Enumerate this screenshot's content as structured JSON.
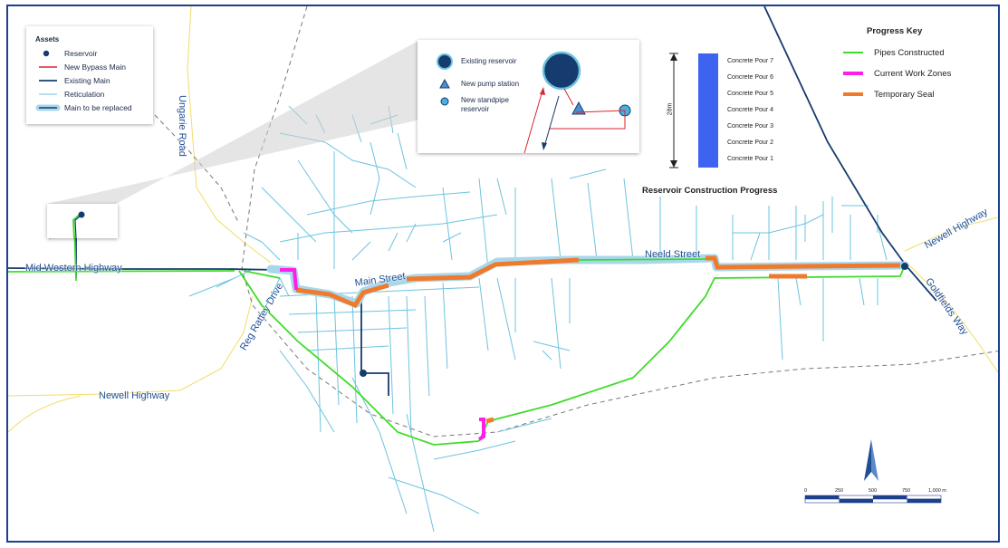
{
  "assets_legend": {
    "title": "Assets",
    "items": [
      {
        "label": "Reservoir",
        "symbol": "reservoir-dot"
      },
      {
        "label": "New Bypass Main",
        "color": "#d7262e"
      },
      {
        "label": "Existing Main",
        "color": "#163b6e"
      },
      {
        "label": "Reticulation",
        "color": "#6cc3df"
      },
      {
        "label": "Main to be replaced",
        "color": "#163b6e",
        "halo": "#a8d7ec"
      }
    ]
  },
  "reservoir_inset": {
    "labels": [
      "Existing reservoir",
      "New pump station",
      "New standpipe reservoir"
    ]
  },
  "construction": {
    "title": "Reservoir Construction Progress",
    "height_label": "28m",
    "pours": [
      "Concrete Pour 7",
      "Concrete Pour 6",
      "Concrete Pour 5",
      "Concrete Pour 4",
      "Concrete Pour 3",
      "Concrete Pour 2",
      "Concrete Pour 1"
    ],
    "bar_color": "#3d63f0"
  },
  "progress_key": {
    "title": "Progress Key",
    "items": [
      {
        "label": "Pipes Constructed",
        "color": "#3fdc2a"
      },
      {
        "label": "Current Work Zones",
        "color": "#ff1ee8"
      },
      {
        "label": "Temporary Seal",
        "color": "#f07a2c"
      }
    ]
  },
  "roads": {
    "ungarie": "Ungarie Road",
    "mid_western": "Mid Western Highway",
    "main_street": "Main Street",
    "neeld": "Neeld Street",
    "newell_east": "Newell Highway",
    "goldfields": "Goldfields Way",
    "reg_rattey": "Reg Rattey Drive",
    "newell_west": "Newell Highway"
  },
  "scale_bar": {
    "ticks": [
      "0",
      "250",
      "500",
      "750",
      "1,000 m"
    ]
  },
  "colors": {
    "frame": "#1d3f8c",
    "reticulation": "#6cc3df",
    "road_yellow": "#f2dc6a",
    "rail": "#777777"
  }
}
